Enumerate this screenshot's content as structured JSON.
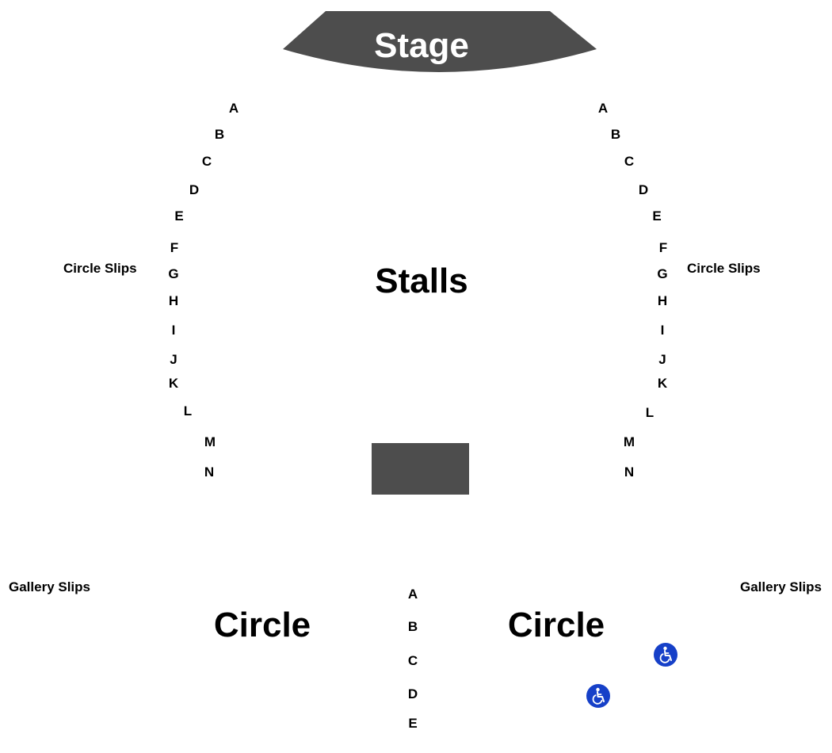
{
  "stage": {
    "label": "Stage",
    "fill": "#4d4d4d"
  },
  "stalls": {
    "label": "Stalls",
    "rows_left": [
      "A",
      "B",
      "C",
      "D",
      "E",
      "F",
      "G",
      "H",
      "I",
      "J",
      "K",
      "L",
      "M",
      "N"
    ],
    "rows_right": [
      "A",
      "B",
      "C",
      "D",
      "E",
      "F",
      "G",
      "H",
      "I",
      "J",
      "K",
      "L",
      "M",
      "N"
    ]
  },
  "circle_slips": {
    "left_label": "Circle Slips",
    "right_label": "Circle Slips"
  },
  "gallery_slips": {
    "left_label": "Gallery Slips",
    "right_label": "Gallery Slips"
  },
  "circle": {
    "left_label": "Circle",
    "right_label": "Circle",
    "rows": [
      "A",
      "B",
      "C",
      "D",
      "E"
    ]
  },
  "accessibility": {
    "icon": "wheelchair-icon",
    "color": "#1640c8"
  },
  "block_color": "#4d4d4d"
}
